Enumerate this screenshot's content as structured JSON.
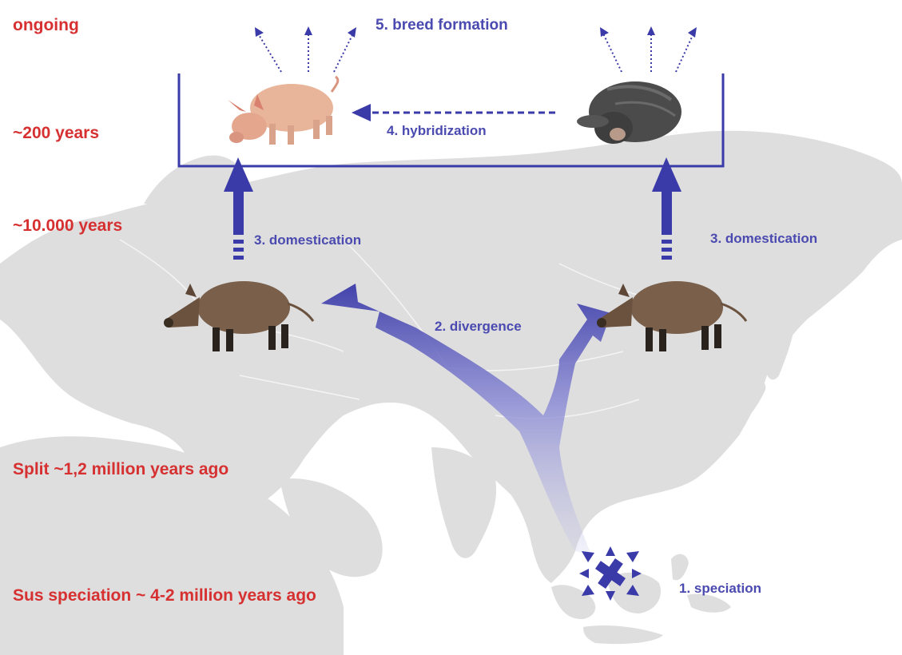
{
  "timeline": {
    "ongoing": "ongoing",
    "years_200": "~200 years",
    "years_10000": "~10.000 years",
    "split": "Split ~1,2 million years ago",
    "speciation": "Sus speciation  ~ 4-2 million years ago"
  },
  "steps": {
    "breed_formation": "5. breed formation",
    "hybridization": "4. hybridization",
    "domestication_left": "3. domestication",
    "domestication_right": "3. domestication",
    "divergence": "2. divergence",
    "speciation": "1. speciation"
  },
  "colors": {
    "timeline_red": "#d63031",
    "diagram_blue": "#3a3aa8",
    "map_grey": "#dedede",
    "wild_boar_brown": "#7a5f4a",
    "domestic_pig_pink": "#e9b59a",
    "asian_pig_dark": "#4b4b4b"
  },
  "icons": [
    "european-wild-boar-icon",
    "asian-wild-boar-icon",
    "european-domestic-pig-icon",
    "asian-domestic-pig-icon",
    "four-way-arrow-icon"
  ]
}
